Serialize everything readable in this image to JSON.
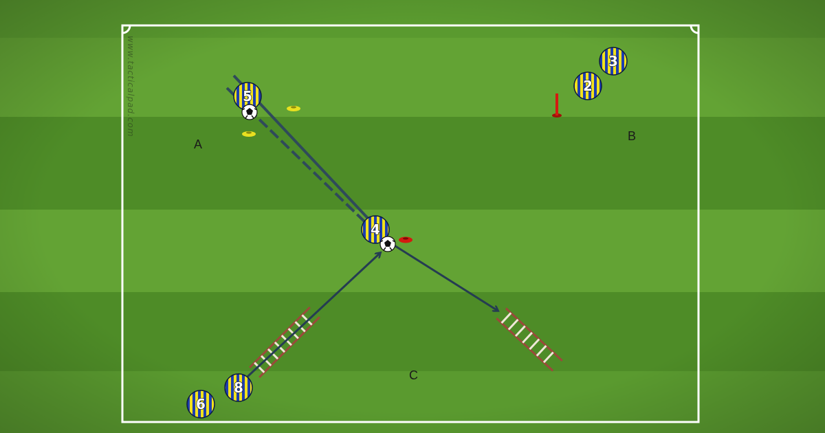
{
  "watermark": "www.tacticalpad.com",
  "zones": {
    "a": "A",
    "b": "B",
    "c": "C"
  },
  "players": {
    "p2": "2",
    "p3": "3",
    "p4": "4",
    "p5": "5",
    "p6": "6",
    "p8": "8"
  },
  "colors": {
    "grass_light": "#5c9c30",
    "grass_dark": "#4c8a25",
    "lines": "#ffffff",
    "kit_blue": "#1f3fb0",
    "kit_yellow": "#f2e21c",
    "arrow": "#253c52",
    "cone_yellow": "#e8e020",
    "cone_red": "#d41a10",
    "ladder": "#9a4a3a"
  },
  "icons": [
    "soccer-ball-icon",
    "marker-cone-icon",
    "pole-icon",
    "agility-ladder-icon"
  ]
}
